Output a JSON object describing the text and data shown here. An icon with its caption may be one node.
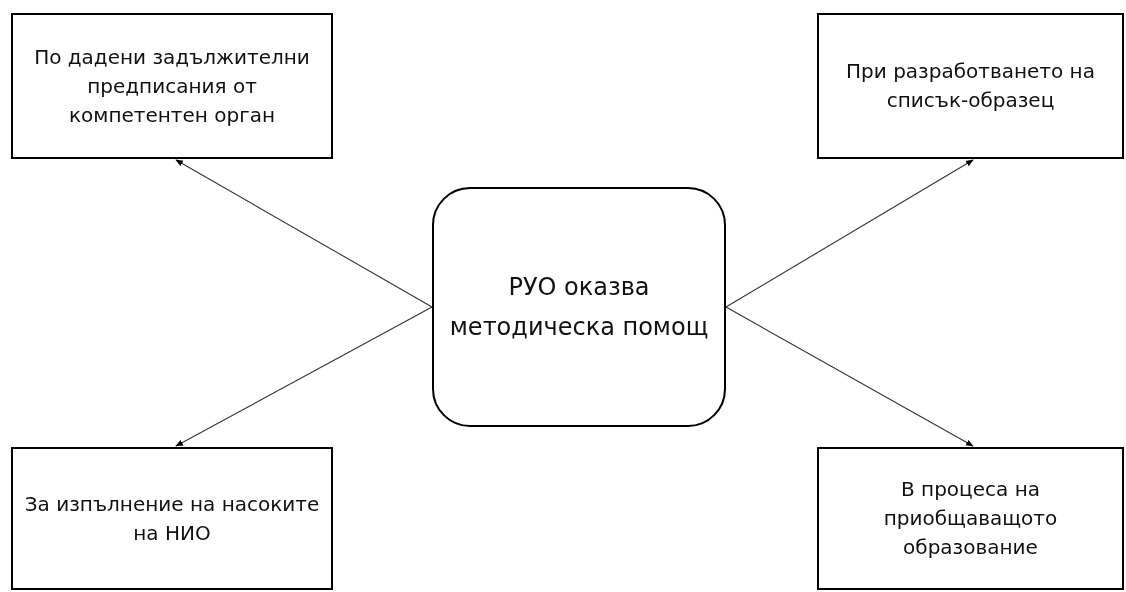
{
  "diagram": {
    "nodes": [
      {
        "text": [
          "РУО оказва методическа помощ"
        ]
      },
      {
        "text": [
          "По дадени задължителни предписания от компетентен орган"
        ]
      },
      {
        "text": [
          "При разработването на списък-образец"
        ]
      },
      {
        "text": [
          "За изпълнение на насоките на НИО"
        ]
      },
      {
        "text": [
          "В процеса на приобщаващото образование"
        ]
      }
    ],
    "edges": [
      {
        "from": 0,
        "to": 1,
        "arrow": "to"
      },
      {
        "from": 0,
        "to": 2,
        "arrow": "to"
      },
      {
        "from": 0,
        "to": 3,
        "arrow": "to"
      },
      {
        "from": 0,
        "to": 4,
        "arrow": "to"
      }
    ]
  }
}
